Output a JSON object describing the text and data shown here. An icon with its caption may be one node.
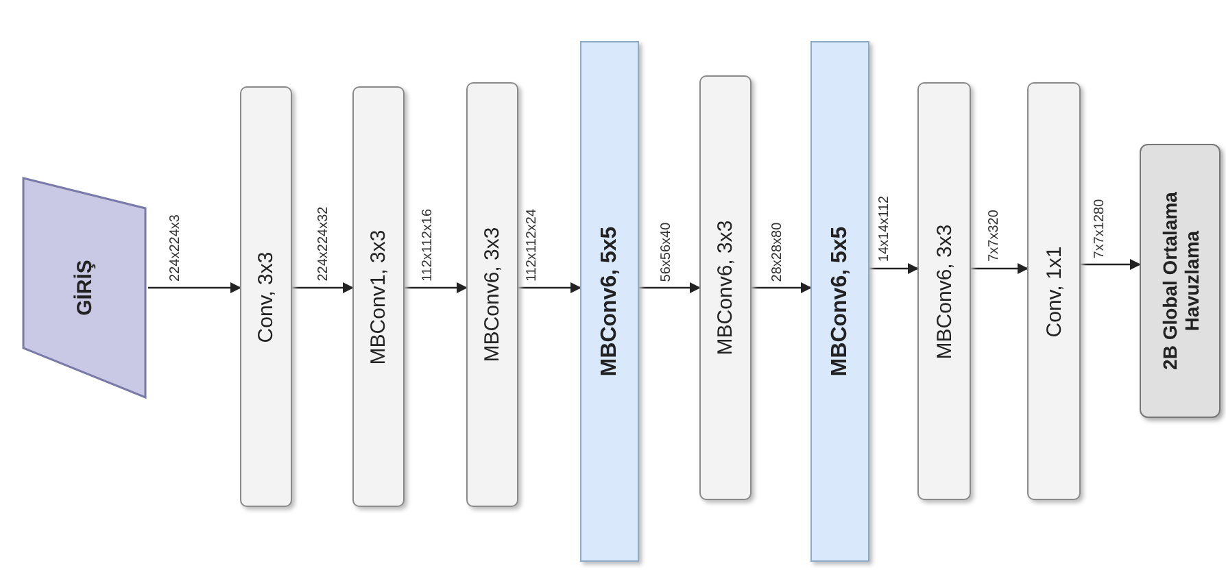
{
  "diagram": {
    "nodes": [
      {
        "text": [
          "GİRİŞ"
        ]
      },
      {
        "text": [
          "Conv, 3x3"
        ]
      },
      {
        "text": [
          "MBConv1, 3x3"
        ]
      },
      {
        "text": [
          "MBConv6, 3x3"
        ]
      },
      {
        "text": [
          "MBConv6, 5x5"
        ]
      },
      {
        "text": [
          "MBConv6, 3x3"
        ]
      },
      {
        "text": [
          "MBConv6, 5x5"
        ]
      },
      {
        "text": [
          "MBConv6, 3x3"
        ]
      },
      {
        "text": [
          "Conv, 1x1"
        ]
      },
      {
        "text": [
          "2B Global Ortalama Havuzlama"
        ]
      }
    ],
    "edges": [
      {
        "from": 0,
        "to": 1,
        "arrow": "to",
        "label": "224x224x3"
      },
      {
        "from": 1,
        "to": 2,
        "arrow": "to",
        "label": "224x224x32"
      },
      {
        "from": 2,
        "to": 3,
        "arrow": "to",
        "label": "112x112x16"
      },
      {
        "from": 3,
        "to": 4,
        "arrow": "to",
        "label": "112x112x24"
      },
      {
        "from": 4,
        "to": 5,
        "arrow": "to",
        "label": "56x56x40"
      },
      {
        "from": 5,
        "to": 6,
        "arrow": "to",
        "label": "28x28x80"
      },
      {
        "from": 6,
        "to": 7,
        "arrow": "to",
        "label": "14x14x112"
      },
      {
        "from": 7,
        "to": 8,
        "arrow": "to",
        "label": "7x7x320"
      },
      {
        "from": 8,
        "to": 9,
        "arrow": "to",
        "label": "7x7x1280"
      }
    ]
  }
}
